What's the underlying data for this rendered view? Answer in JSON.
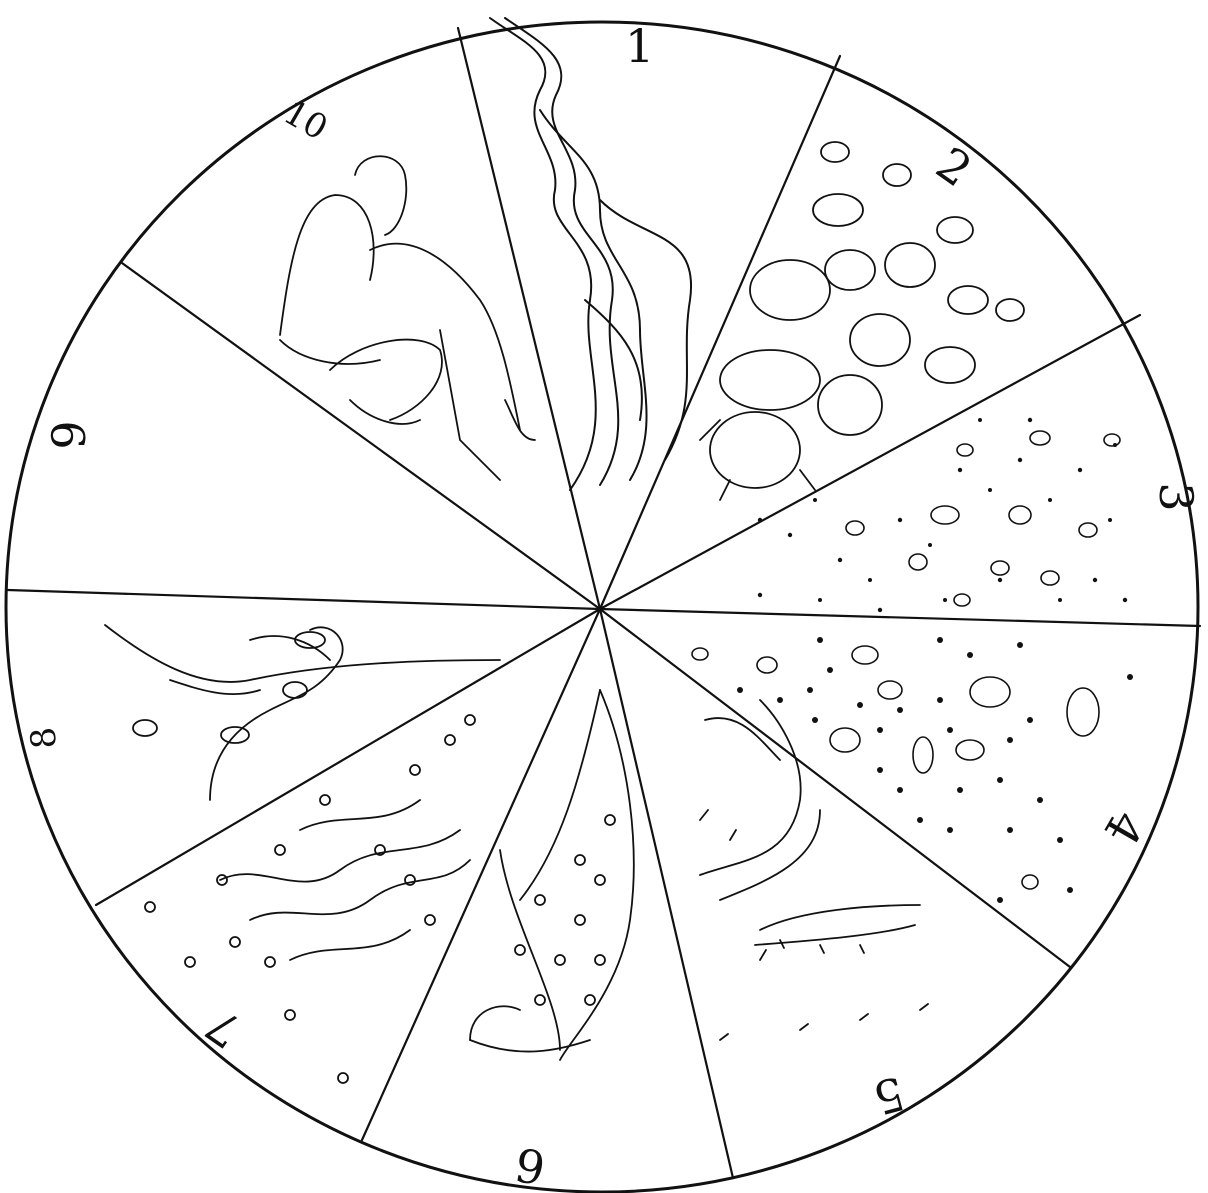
{
  "wheel": {
    "ink_color": "#111111",
    "background": "#ffffff",
    "segments": [
      {
        "label": "1",
        "scene": "river-of-blood"
      },
      {
        "label": "2",
        "scene": "frogs"
      },
      {
        "label": "3",
        "scene": "lice"
      },
      {
        "label": "4",
        "scene": "flies"
      },
      {
        "label": "5",
        "scene": "livestock-pestilence"
      },
      {
        "label": "6",
        "scene": "boils"
      },
      {
        "label": "7",
        "scene": "hail"
      },
      {
        "label": "8",
        "scene": "locusts"
      },
      {
        "label": "9",
        "scene": "darkness"
      },
      {
        "label": "10",
        "scene": "death-of-firstborn"
      }
    ]
  }
}
